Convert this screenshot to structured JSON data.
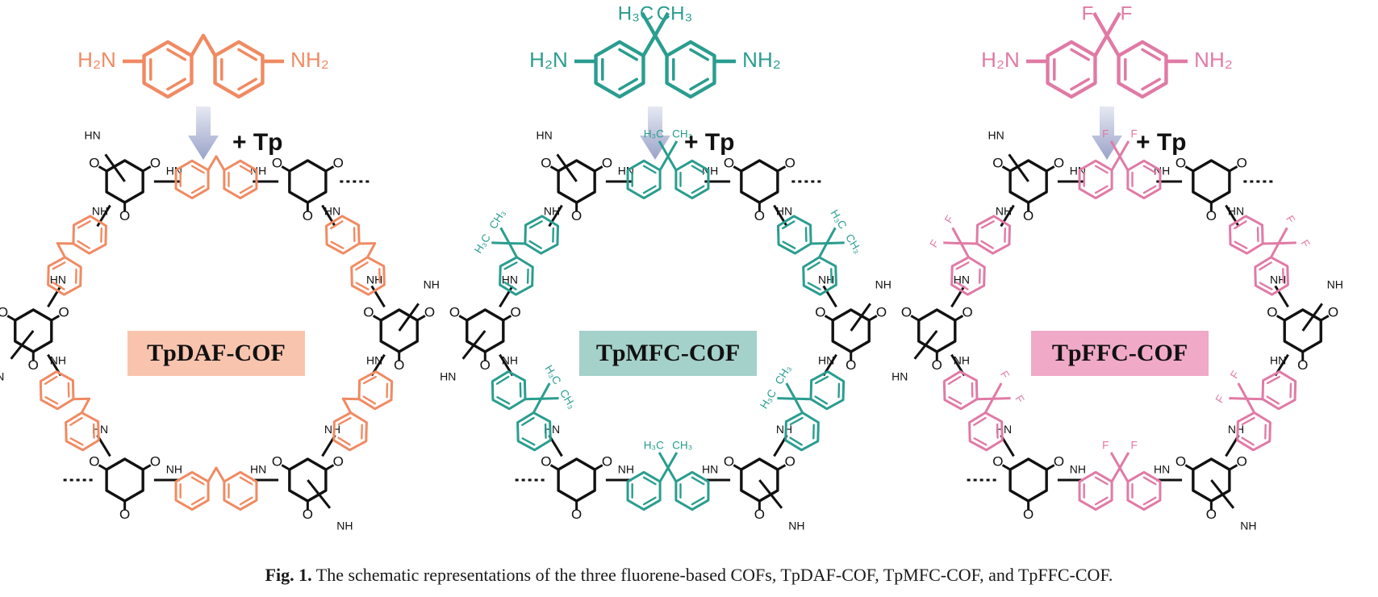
{
  "panels": [
    {
      "id": "daf",
      "color": "#f08a62",
      "fill": "#f9c4ae",
      "monomer": {
        "left": "H₂N",
        "right": "NH₂",
        "bridge_left": "",
        "bridge_right": ""
      },
      "reagent": "+ Tp",
      "cof_name": "TpDAF-COF",
      "ring_sub": [
        "",
        ""
      ]
    },
    {
      "id": "mfc",
      "color": "#2a9d8f",
      "fill": "#a4d1c9",
      "monomer": {
        "left": "H₂N",
        "right": "NH₂",
        "bridge_left": "H₃C",
        "bridge_right": "CH₃"
      },
      "reagent": "+ Tp",
      "cof_name": "TpMFC-COF",
      "ring_sub": [
        "H₃C",
        "CH₃"
      ]
    },
    {
      "id": "ffc",
      "color": "#e07aa5",
      "fill": "#f0a9c7",
      "monomer": {
        "left": "H₂N",
        "right": "NH₂",
        "bridge_left": "F",
        "bridge_right": "F"
      },
      "reagent": "+ Tp",
      "cof_name": "TpFFC-COF",
      "ring_sub": [
        "F",
        "F"
      ]
    }
  ],
  "tp_labels": {
    "oxygen": "O",
    "amine": "HN",
    "amine_rev": "NH",
    "end_left": "HN",
    "end_right": "NH"
  },
  "arrow_color": "#9aa3c9",
  "caption": {
    "fig_no": "Fig. 1.",
    "text": "The schematic representations of the three fluorene-based COFs, TpDAF-COF, TpMFC-COF, and TpFFC-COF."
  }
}
